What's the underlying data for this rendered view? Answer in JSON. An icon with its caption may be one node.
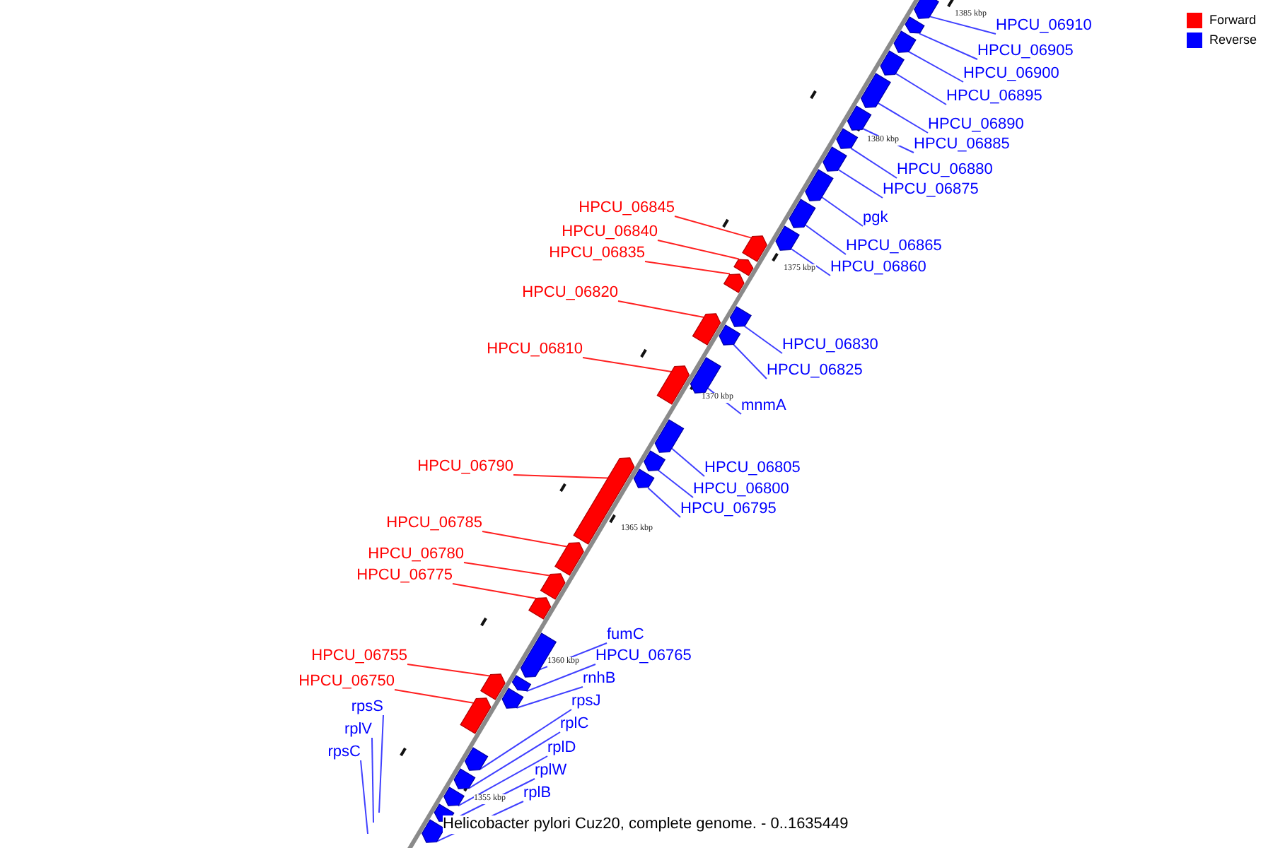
{
  "diagram": {
    "caption": "Helicobacter pylori Cuz20, complete genome. - 0..1635449",
    "nodes": [
      {
        "text": [
          "HPCU_06910"
        ]
      },
      {
        "text": [
          "HPCU_06905"
        ]
      },
      {
        "text": [
          "HPCU_06900"
        ]
      },
      {
        "text": [
          "HPCU_06895"
        ]
      },
      {
        "text": [
          "HPCU_06890"
        ]
      },
      {
        "text": [
          "HPCU_06885"
        ]
      },
      {
        "text": [
          "HPCU_06880"
        ]
      },
      {
        "text": [
          "HPCU_06875"
        ]
      },
      {
        "text": [
          "HPCU_06845"
        ]
      },
      {
        "text": [
          "pgk"
        ]
      },
      {
        "text": [
          "HPCU_06840"
        ]
      },
      {
        "text": [
          "HPCU_06865"
        ]
      },
      {
        "text": [
          "HPCU_06835"
        ]
      },
      {
        "text": [
          "HPCU_06860"
        ]
      },
      {
        "text": [
          "HPCU_06820"
        ]
      },
      {
        "text": [
          "HPCU_06830"
        ]
      },
      {
        "text": [
          "HPCU_06810"
        ]
      },
      {
        "text": [
          "HPCU_06825"
        ]
      },
      {
        "text": [
          "mnmA"
        ]
      },
      {
        "text": [
          "HPCU_06790"
        ]
      },
      {
        "text": [
          "HPCU_06805"
        ]
      },
      {
        "text": [
          "HPCU_06800"
        ]
      },
      {
        "text": [
          "HPCU_06795"
        ]
      },
      {
        "text": [
          "HPCU_06785"
        ]
      },
      {
        "text": [
          "HPCU_06780"
        ]
      },
      {
        "text": [
          "HPCU_06775"
        ]
      },
      {
        "text": [
          "fumC"
        ]
      },
      {
        "text": [
          "HPCU_06755"
        ]
      },
      {
        "text": [
          "HPCU_06765"
        ]
      },
      {
        "text": [
          "rnhB"
        ]
      },
      {
        "text": [
          "HPCU_06750"
        ]
      },
      {
        "text": [
          "rpsJ"
        ]
      },
      {
        "text": [
          "rpsS"
        ]
      },
      {
        "text": [
          "rplC"
        ]
      },
      {
        "text": [
          "rplV"
        ]
      },
      {
        "text": [
          "rplD"
        ]
      },
      {
        "text": [
          "rpsC"
        ]
      },
      {
        "text": [
          "rplW"
        ]
      },
      {
        "text": [
          "rplB"
        ]
      },
      {
        "text": [],
        "shape": "box"
      },
      {
        "text": [],
        "shape": "box"
      },
      {
        "text": [],
        "shape": "box"
      },
      {
        "text": [],
        "shape": "box"
      },
      {
        "text": [],
        "shape": "box"
      },
      {
        "text": [],
        "shape": "box"
      },
      {
        "text": [],
        "shape": "box"
      },
      {
        "text": [],
        "shape": "box"
      },
      {
        "text": [],
        "shape": "box"
      },
      {
        "text": [],
        "shape": "box"
      },
      {
        "text": [],
        "shape": "box"
      },
      {
        "text": [],
        "shape": "box"
      },
      {
        "text": [],
        "shape": "box"
      },
      {
        "text": [],
        "shape": "box"
      },
      {
        "text": [],
        "shape": "box"
      },
      {
        "text": [],
        "shape": "box"
      },
      {
        "text": [],
        "shape": "box"
      },
      {
        "text": [],
        "shape": "box"
      },
      {
        "text": [],
        "shape": "box"
      },
      {
        "text": [],
        "shape": "box"
      },
      {
        "text": [],
        "shape": "box"
      },
      {
        "text": [],
        "shape": "box"
      },
      {
        "text": [],
        "shape": "box"
      },
      {
        "text": [],
        "shape": "box"
      },
      {
        "text": [],
        "shape": "box"
      },
      {
        "text": [],
        "shape": "box"
      },
      {
        "text": [],
        "shape": "box"
      },
      {
        "text": [],
        "shape": "box"
      },
      {
        "text": [],
        "shape": "box"
      },
      {
        "text": [],
        "shape": "box"
      },
      {
        "text": [],
        "shape": "box"
      },
      {
        "text": [],
        "shape": "box"
      },
      {
        "text": [],
        "shape": "box"
      },
      {
        "text": [],
        "shape": "box"
      },
      {
        "text": [],
        "shape": "box"
      },
      {
        "text": [],
        "shape": "box"
      }
    ],
    "edges": [
      {
        "from": 0,
        "to": 39,
        "arrow": "none"
      },
      {
        "from": 1,
        "to": 40,
        "arrow": "none"
      },
      {
        "from": 2,
        "to": 41,
        "arrow": "none"
      },
      {
        "from": 3,
        "to": 42,
        "arrow": "none"
      },
      {
        "from": 4,
        "to": 43,
        "arrow": "none"
      },
      {
        "from": 5,
        "to": 44,
        "arrow": "none"
      },
      {
        "from": 6,
        "to": 45,
        "arrow": "none"
      },
      {
        "from": 7,
        "to": 46,
        "arrow": "none"
      },
      {
        "from": 8,
        "to": 50,
        "arrow": "none",
        "color": "#ff2020"
      },
      {
        "from": 9,
        "to": 47,
        "arrow": "none"
      },
      {
        "from": 10,
        "to": 51,
        "arrow": "none",
        "color": "#ff2020"
      },
      {
        "from": 11,
        "to": 48,
        "arrow": "none"
      },
      {
        "from": 12,
        "to": 52,
        "arrow": "none",
        "color": "#ff2020"
      },
      {
        "from": 13,
        "to": 49,
        "arrow": "none"
      },
      {
        "from": 14,
        "to": 54,
        "arrow": "none",
        "color": "#ff2020"
      },
      {
        "from": 15,
        "to": 53,
        "arrow": "none"
      },
      {
        "from": 16,
        "to": 57,
        "arrow": "none",
        "color": "#ff2020"
      },
      {
        "from": 17,
        "to": 55,
        "arrow": "none"
      },
      {
        "from": 18,
        "to": 56,
        "arrow": "none"
      },
      {
        "from": 19,
        "to": 60,
        "arrow": "none",
        "color": "#ff2020"
      },
      {
        "from": 20,
        "to": 58,
        "arrow": "none"
      },
      {
        "from": 21,
        "to": 59,
        "arrow": "none"
      },
      {
        "from": 22,
        "to": 61,
        "arrow": "none"
      },
      {
        "from": 23,
        "to": 62,
        "arrow": "none",
        "color": "#ff2020"
      },
      {
        "from": 24,
        "to": 63,
        "arrow": "none",
        "color": "#ff2020"
      },
      {
        "from": 25,
        "to": 64,
        "arrow": "none",
        "color": "#ff2020"
      },
      {
        "from": 26,
        "to": 65,
        "arrow": "none"
      },
      {
        "from": 27,
        "to": 67,
        "arrow": "none",
        "color": "#ff2020"
      },
      {
        "from": 28,
        "to": 66,
        "arrow": "none"
      },
      {
        "from": 29,
        "to": 68,
        "arrow": "none"
      },
      {
        "from": 30,
        "to": 69,
        "arrow": "none",
        "color": "#ff2020"
      },
      {
        "from": 31,
        "to": 70,
        "arrow": "none"
      },
      {
        "from": 32,
        "to": null,
        "arrow": "none"
      },
      {
        "from": 33,
        "to": 71,
        "arrow": "none"
      },
      {
        "from": 34,
        "to": null,
        "arrow": "none"
      },
      {
        "from": 35,
        "to": 72,
        "arrow": "none"
      },
      {
        "from": 36,
        "to": null,
        "arrow": "none"
      },
      {
        "from": 37,
        "to": 73,
        "arrow": "none"
      },
      {
        "from": 38,
        "to": 74,
        "arrow": "none"
      }
    ],
    "labels": [
      "1385 kbp",
      "1380 kbp",
      "1375 kbp",
      "1370 kbp",
      "1365 kbp",
      "1360 kbp",
      "1355 kbp"
    ],
    "legend": [
      {
        "text": "Forward",
        "color": "#ff0000"
      },
      {
        "text": "Reverse",
        "color": "#0000ff"
      }
    ]
  }
}
